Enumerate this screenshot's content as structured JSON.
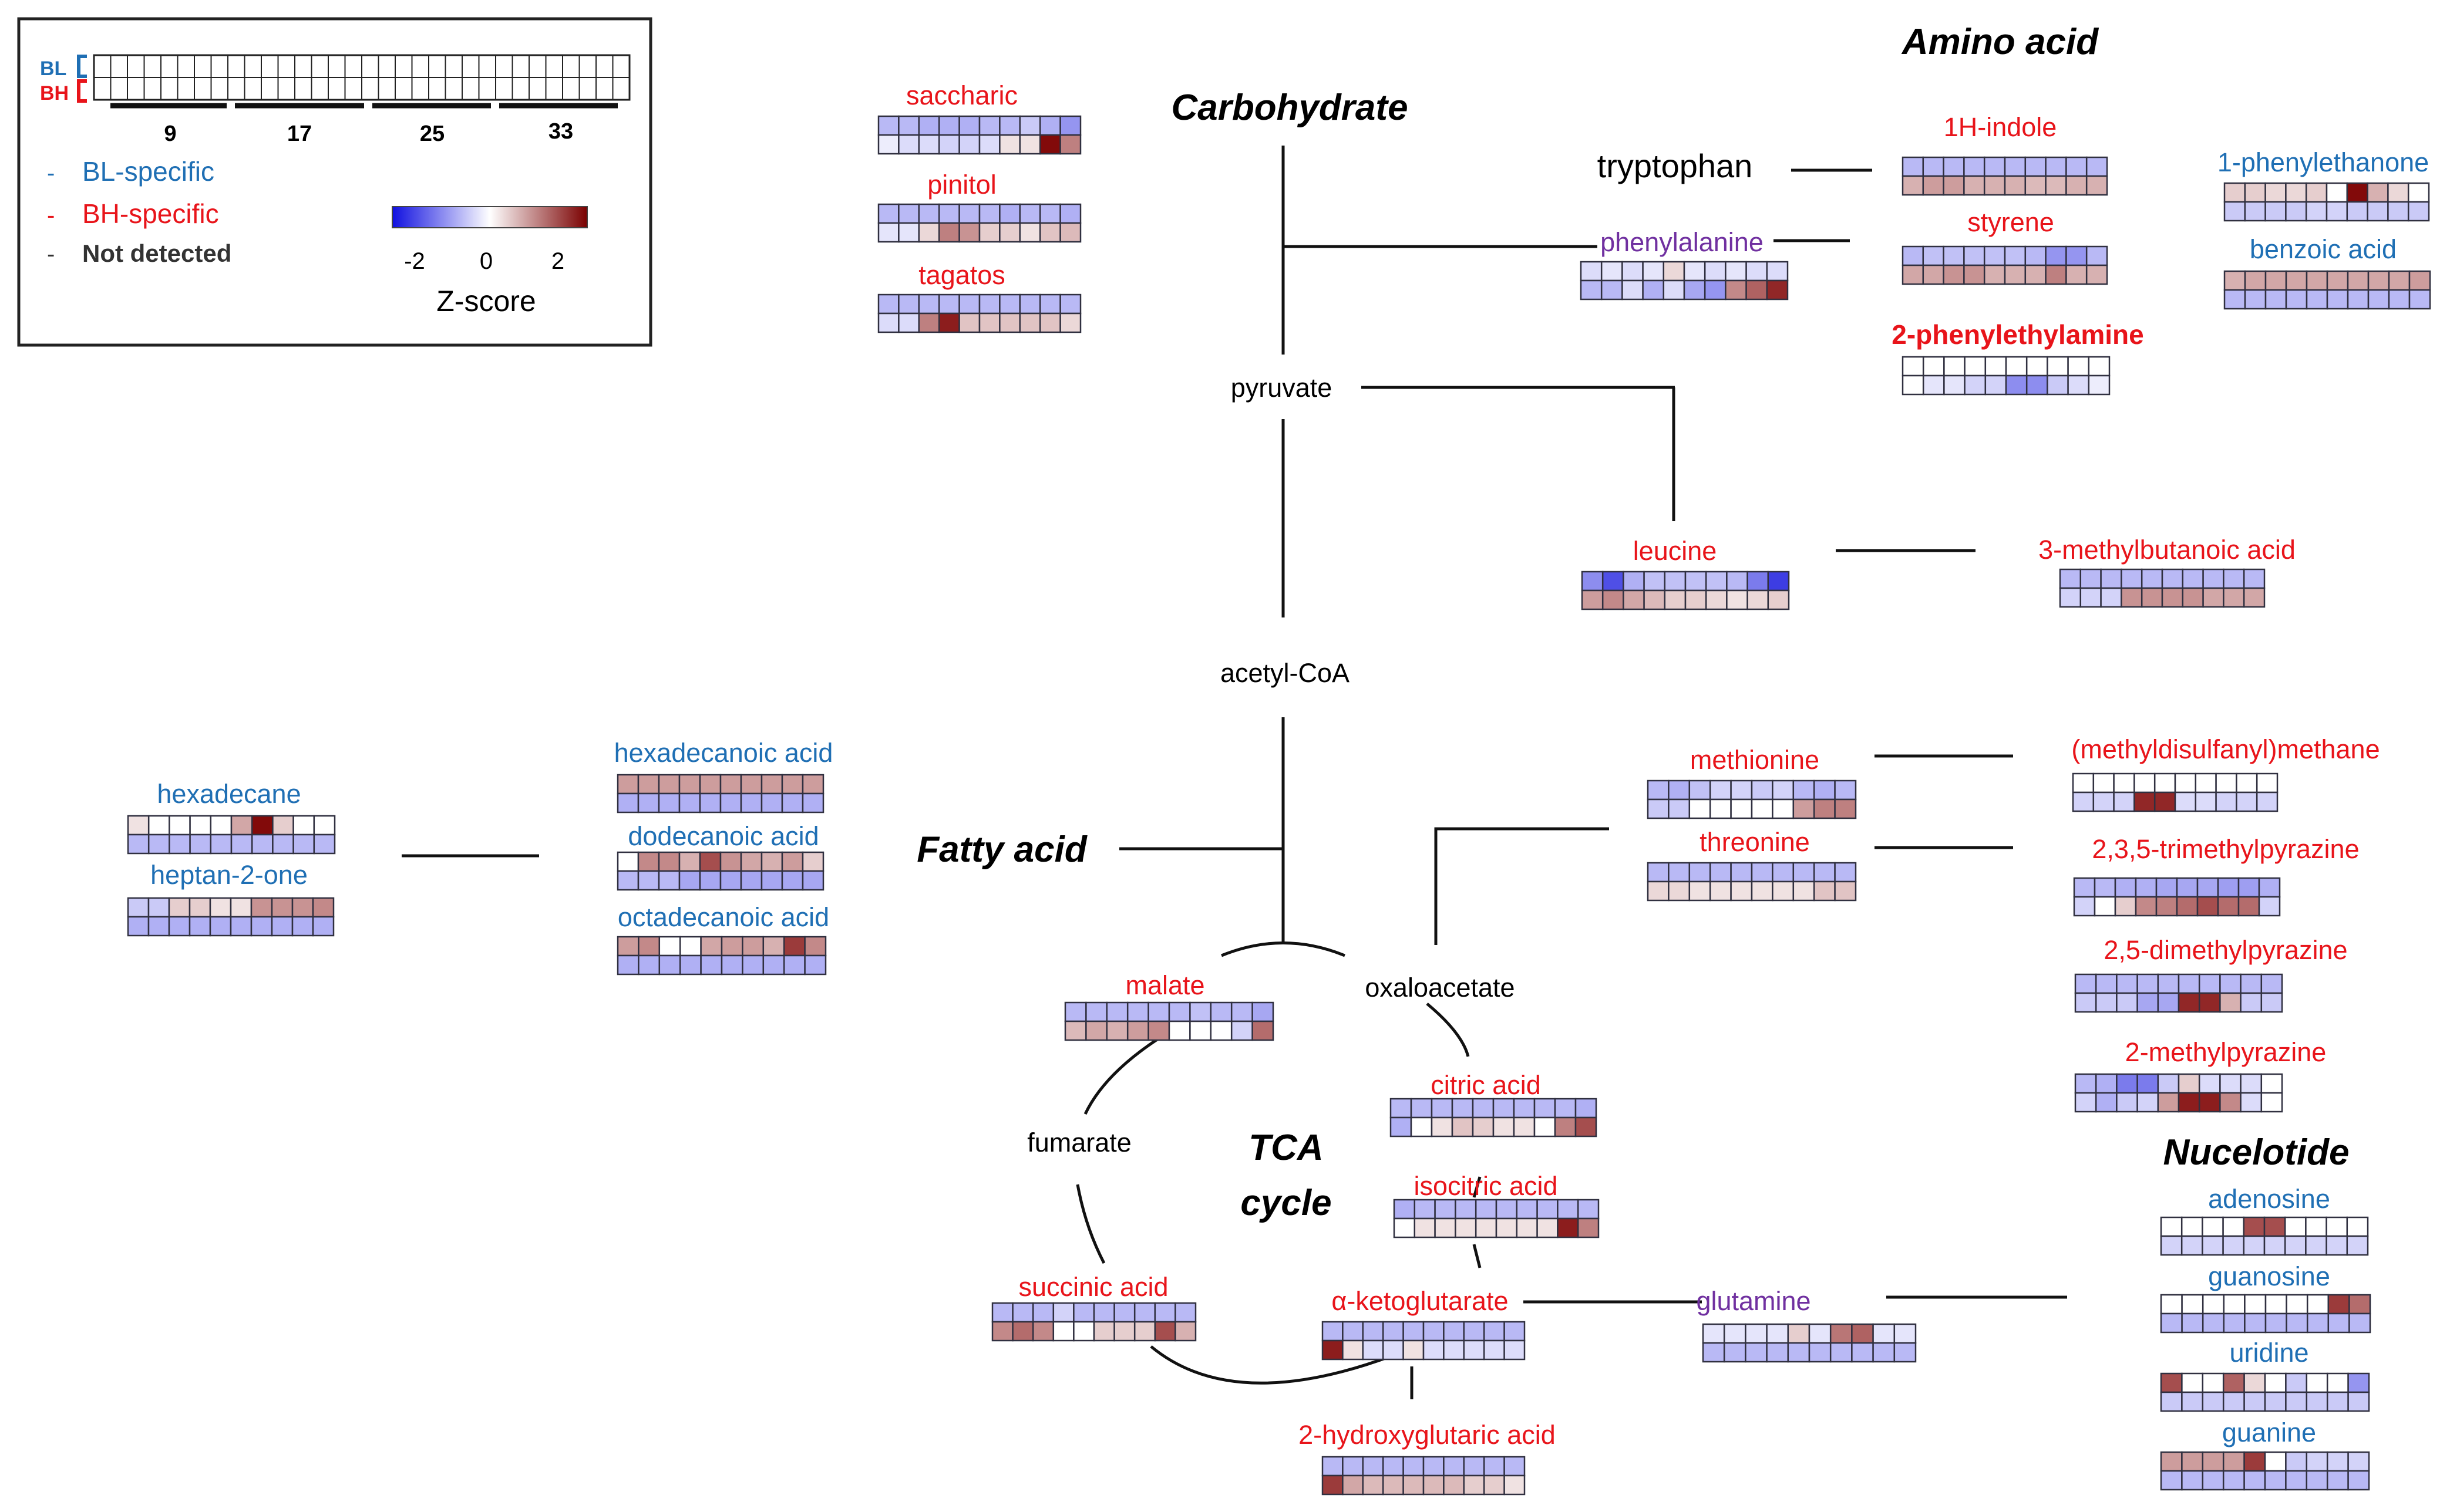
{
  "legend": {
    "rows": [
      "BL",
      "BH"
    ],
    "ticks": [
      "9",
      "17",
      "25",
      "33"
    ],
    "categories": [
      {
        "label": "BL-specific",
        "color": "#1f6fb4"
      },
      {
        "label": "BH-specific",
        "color": "#e8141a"
      },
      {
        "label": "Not detected",
        "color": "#333333"
      }
    ],
    "scale": {
      "ticks": [
        "-2",
        "0",
        "2"
      ],
      "title": "Z-score"
    }
  },
  "headings": {
    "carbohydrate": "Carbohydrate",
    "amino_acid": "Amino acid",
    "fatty_acid": "Fatty acid",
    "tca_line1": "TCA",
    "tca_line2": "cycle",
    "nucleotide": "Nucelotide"
  },
  "nodes": {
    "pyruvate": "pyruvate",
    "acetyl_coa": "acetyl-CoA",
    "oxaloacetate": "oxaloacetate",
    "fumarate": "fumarate",
    "tryptophan": "tryptophan"
  },
  "colors": {
    "bl_specific": "#1f6fb4",
    "bh_specific": "#e8141a",
    "both": "#7030a0",
    "scale_low": "#1010e0",
    "scale_mid": "#ffffff",
    "scale_high": "#7a0000"
  },
  "heatmaps": [
    {
      "id": "saccharic",
      "label": "saccharic",
      "group": "bh",
      "bl": [
        -0.8,
        -0.8,
        -0.9,
        -0.9,
        -0.9,
        -0.8,
        -0.8,
        -0.6,
        -0.9,
        -1.2
      ],
      "bh": [
        -0.2,
        -0.4,
        -0.4,
        -0.5,
        -0.5,
        -0.4,
        0.3,
        0.3,
        2.5,
        1.3
      ]
    },
    {
      "id": "pinitol",
      "label": "pinitol",
      "group": "bh",
      "bl": [
        -0.8,
        -0.8,
        -0.8,
        -0.8,
        -0.8,
        -0.8,
        -0.9,
        -0.8,
        -0.8,
        -0.9
      ],
      "bh": [
        -0.3,
        -0.3,
        0.4,
        1.3,
        1.1,
        0.5,
        0.5,
        0.3,
        0.6,
        0.7
      ]
    },
    {
      "id": "tagatos",
      "label": "tagatos",
      "group": "bh",
      "bl": [
        -0.8,
        -0.8,
        -0.8,
        -0.8,
        -0.8,
        -0.8,
        -0.8,
        -0.8,
        -0.8,
        -0.8
      ],
      "bh": [
        -0.4,
        -0.4,
        1.3,
        2.3,
        0.6,
        0.6,
        0.6,
        0.6,
        0.6,
        0.4
      ]
    },
    {
      "id": "phenylalanine",
      "label": "phenylalanine",
      "group": "both",
      "bl": [
        -0.4,
        -0.3,
        -0.4,
        -0.3,
        0.4,
        -0.3,
        -0.4,
        -0.3,
        -0.4,
        -0.4
      ],
      "bh": [
        -0.8,
        -0.8,
        -0.4,
        -0.9,
        -0.4,
        -1.0,
        -1.2,
        1.2,
        1.6,
        2.2
      ]
    },
    {
      "id": "indole",
      "label": "1H-indole",
      "group": "bh",
      "bl": [
        -0.8,
        -0.8,
        -0.8,
        -0.8,
        -0.8,
        -0.8,
        -0.8,
        -0.8,
        -0.8,
        -0.8
      ],
      "bh": [
        0.8,
        1.0,
        1.0,
        0.8,
        0.8,
        0.8,
        0.7,
        0.7,
        0.8,
        0.8
      ]
    },
    {
      "id": "styrene",
      "label": "styrene",
      "group": "bh",
      "bl": [
        -0.8,
        -0.7,
        -0.7,
        -0.7,
        -0.7,
        -0.7,
        -0.8,
        -1.2,
        -1.2,
        -0.8
      ],
      "bh": [
        0.9,
        0.9,
        1.1,
        1.1,
        0.8,
        0.8,
        0.8,
        1.3,
        0.8,
        0.8
      ]
    },
    {
      "id": "phenylethylamine",
      "label": "2-phenylethylamine",
      "group": "bh",
      "bold": true,
      "bl": [
        0,
        0,
        0,
        0,
        0,
        0,
        0,
        0,
        0,
        0
      ],
      "bh": [
        0,
        -0.3,
        -0.3,
        -0.5,
        -0.5,
        -1.3,
        -1.3,
        -0.6,
        -0.4,
        -0.2
      ]
    },
    {
      "id": "phenylethanone",
      "label": "1-phenylethanone",
      "group": "bl",
      "bl": [
        0.5,
        0.5,
        0.4,
        0.4,
        0.5,
        0,
        2.5,
        0.8,
        0.4,
        0
      ],
      "bh": [
        -0.6,
        -0.6,
        -0.6,
        -0.6,
        -0.5,
        -0.5,
        -0.6,
        -0.6,
        -0.6,
        -0.6
      ]
    },
    {
      "id": "benzoic",
      "label": "benzoic acid",
      "group": "bl",
      "bl": [
        0.8,
        0.9,
        0.9,
        0.9,
        0.9,
        0.9,
        0.9,
        0.9,
        0.9,
        1.0
      ],
      "bh": [
        -0.8,
        -0.8,
        -0.8,
        -0.8,
        -0.8,
        -0.8,
        -0.8,
        -0.8,
        -0.8,
        -0.8
      ]
    },
    {
      "id": "leucine",
      "label": "leucine",
      "group": "bh",
      "bl": [
        -1.3,
        -2.0,
        -0.9,
        -0.7,
        -0.7,
        -0.7,
        -0.7,
        -0.8,
        -1.5,
        -2.2
      ],
      "bh": [
        1.0,
        1.2,
        0.9,
        0.7,
        0.5,
        0.5,
        0.4,
        0.3,
        0.4,
        0.5
      ]
    },
    {
      "id": "methylbutanoic",
      "label": "3-methylbutanoic acid",
      "group": "bh",
      "bl": [
        -0.8,
        -0.8,
        -0.8,
        -0.8,
        -0.8,
        -0.8,
        -0.8,
        -0.8,
        -0.8,
        -0.8
      ],
      "bh": [
        -0.5,
        -0.5,
        -0.5,
        1.1,
        1.1,
        1.1,
        1.1,
        0.9,
        0.9,
        0.9
      ]
    },
    {
      "id": "hexadecane",
      "label": "hexadecane",
      "group": "bl",
      "bl": [
        0.3,
        0,
        0,
        0,
        0,
        0.9,
        2.5,
        0.5,
        0,
        0
      ],
      "bh": [
        -0.8,
        -0.8,
        -0.8,
        -0.8,
        -0.8,
        -0.8,
        -0.8,
        -0.8,
        -0.8,
        -0.8
      ]
    },
    {
      "id": "heptanone",
      "label": "heptan-2-one",
      "group": "bl",
      "bl": [
        -0.6,
        -0.6,
        0.5,
        0.5,
        0.3,
        0.3,
        1.1,
        1.1,
        1.1,
        1.2
      ],
      "bh": [
        -0.9,
        -0.9,
        -0.9,
        -0.9,
        -0.9,
        -0.9,
        -0.9,
        -0.9,
        -0.9,
        -0.9
      ]
    },
    {
      "id": "hexadecanoic",
      "label": "hexadecanoic acid",
      "group": "bl",
      "bl": [
        1.0,
        1.0,
        1.0,
        1.0,
        1.0,
        1.0,
        1.0,
        1.0,
        1.0,
        1.0
      ],
      "bh": [
        -0.9,
        -0.9,
        -0.9,
        -0.9,
        -0.9,
        -0.9,
        -0.9,
        -0.9,
        -0.9,
        -0.9
      ]
    },
    {
      "id": "dodecanoic",
      "label": "dodecanoic acid",
      "group": "bl",
      "bl": [
        0,
        1.2,
        1.2,
        0.8,
        1.8,
        1.1,
        0.9,
        0.8,
        1.0,
        0.5
      ],
      "bh": [
        -0.8,
        -0.8,
        -0.8,
        -1.0,
        -1.0,
        -1.0,
        -1.0,
        -1.0,
        -1.0,
        -1.0
      ]
    },
    {
      "id": "octadecanoic",
      "label": "octadecanoic acid",
      "group": "bl",
      "bl": [
        1.0,
        1.2,
        0,
        0,
        0.9,
        1.0,
        1.0,
        0.8,
        2.0,
        1.2
      ],
      "bh": [
        -0.9,
        -0.9,
        -0.9,
        -0.9,
        -0.9,
        -0.9,
        -0.9,
        -0.9,
        -0.9,
        -0.9
      ]
    },
    {
      "id": "methionine",
      "label": "methionine",
      "group": "bh",
      "bl": [
        -0.8,
        -0.9,
        -0.7,
        -0.5,
        -0.5,
        -0.6,
        -0.5,
        -0.8,
        -0.9,
        -0.8
      ],
      "bh": [
        -0.6,
        -0.6,
        0,
        0,
        0,
        0,
        0,
        1.0,
        1.3,
        1.3
      ]
    },
    {
      "id": "threonine",
      "label": "threonine",
      "group": "bh",
      "bl": [
        -0.8,
        -0.8,
        -0.8,
        -0.8,
        -0.8,
        -0.8,
        -0.8,
        -0.8,
        -0.8,
        -0.8
      ],
      "bh": [
        0.4,
        0.4,
        0.3,
        0.3,
        0.3,
        0.3,
        0.3,
        0.3,
        0.6,
        0.6
      ]
    },
    {
      "id": "methyldisulfanyl",
      "label": "(methyldisulfanyl)methane",
      "group": "bh",
      "bl": [
        0,
        0,
        0,
        0,
        0,
        0,
        0,
        0,
        0,
        0
      ],
      "bh": [
        -0.5,
        -0.5,
        -0.5,
        2.2,
        2.2,
        -0.4,
        -0.4,
        -0.5,
        -0.5,
        -0.5
      ]
    },
    {
      "id": "trimethylpyrazine",
      "label": "2,3,5-trimethylpyrazine",
      "group": "bh",
      "bl": [
        -0.8,
        -0.8,
        -0.9,
        -0.9,
        -1.0,
        -1.0,
        -1.0,
        -1.1,
        -1.1,
        -0.9
      ],
      "bh": [
        -0.5,
        0,
        0.5,
        1.2,
        1.3,
        1.5,
        1.8,
        1.5,
        1.5,
        -0.5
      ]
    },
    {
      "id": "dimethylpyrazine",
      "label": "2,5-dimethylpyrazine",
      "group": "bh",
      "bl": [
        -0.8,
        -0.8,
        -0.8,
        -0.8,
        -0.8,
        -0.8,
        -0.8,
        -0.8,
        -0.8,
        -0.8
      ],
      "bh": [
        -0.6,
        -0.6,
        -0.6,
        -1.0,
        -1.0,
        2.2,
        2.2,
        0.8,
        -0.6,
        -0.6
      ]
    },
    {
      "id": "methylpyrazine",
      "label": "2-methylpyrazine",
      "group": "bh",
      "bl": [
        -0.8,
        -0.9,
        -1.5,
        -1.5,
        -0.6,
        0.5,
        -0.4,
        -0.4,
        -0.4,
        0
      ],
      "bh": [
        -0.5,
        -0.9,
        -0.6,
        -0.5,
        1.0,
        2.3,
        2.3,
        1.2,
        -0.4,
        0
      ]
    },
    {
      "id": "malate",
      "label": "malate",
      "group": "bh",
      "bl": [
        -0.8,
        -0.8,
        -0.8,
        -0.8,
        -0.8,
        -0.8,
        -0.7,
        -0.8,
        -0.8,
        -1.0
      ],
      "bh": [
        0.7,
        0.9,
        0.8,
        1.0,
        1.2,
        0,
        0,
        0,
        -0.5,
        1.5
      ]
    },
    {
      "id": "citric",
      "label": "citric acid",
      "group": "bh",
      "bl": [
        -0.8,
        -0.8,
        -0.8,
        -0.8,
        -0.8,
        -0.8,
        -0.8,
        -0.8,
        -0.8,
        -0.9
      ],
      "bh": [
        -0.9,
        0,
        0.3,
        0.6,
        0.5,
        0.3,
        0.3,
        0,
        1.3,
        1.8
      ]
    },
    {
      "id": "isocitric",
      "label": "isocitric acid",
      "group": "bh",
      "bl": [
        -0.9,
        -0.8,
        -0.8,
        -0.8,
        -0.8,
        -0.8,
        -0.8,
        -0.8,
        -0.8,
        -0.8
      ],
      "bh": [
        0,
        0.3,
        0.3,
        0.3,
        0.3,
        0.3,
        0.3,
        0.3,
        2.3,
        1.3
      ]
    },
    {
      "id": "succinic",
      "label": "succinic acid",
      "group": "bh",
      "bl": [
        -0.8,
        -0.8,
        -0.8,
        -0.5,
        -0.8,
        -0.8,
        -0.8,
        -0.8,
        -0.8,
        -0.8
      ],
      "bh": [
        1.2,
        1.5,
        1.2,
        0,
        0,
        0.5,
        0.5,
        0.5,
        1.8,
        0.8
      ]
    },
    {
      "id": "ketoglutarate",
      "label": "α-ketoglutarate",
      "group": "bh",
      "bl": [
        -0.8,
        -0.8,
        -0.8,
        -0.8,
        -0.8,
        -0.8,
        -0.8,
        -0.8,
        -0.8,
        -0.8
      ],
      "bh": [
        2.3,
        0.3,
        -0.4,
        -0.4,
        0.3,
        -0.4,
        -0.4,
        -0.4,
        -0.4,
        -0.4
      ]
    },
    {
      "id": "hydroxyglutaric",
      "label": "2-hydroxyglutaric acid",
      "group": "bh",
      "bl": [
        -0.8,
        -0.8,
        -0.8,
        -0.8,
        -0.8,
        -0.8,
        -0.8,
        -0.8,
        -0.8,
        -0.8
      ],
      "bh": [
        2.0,
        0.9,
        0.7,
        0.7,
        0.7,
        0.7,
        0.7,
        0.5,
        0.5,
        0.3
      ]
    },
    {
      "id": "glutamine",
      "label": "glutamine",
      "group": "both",
      "bl": [
        -0.3,
        -0.3,
        -0.3,
        -0.3,
        0.5,
        -0.3,
        1.4,
        1.6,
        -0.3,
        -0.3
      ],
      "bh": [
        -0.8,
        -0.8,
        -0.8,
        -0.8,
        -0.8,
        -0.8,
        -0.8,
        -0.8,
        -0.8,
        -0.8
      ]
    },
    {
      "id": "adenosine",
      "label": "adenosine",
      "group": "bl",
      "bl": [
        0,
        0,
        0,
        0,
        1.8,
        1.8,
        0,
        0,
        0,
        0
      ],
      "bh": [
        -0.5,
        -0.5,
        -0.5,
        -0.5,
        -0.5,
        -0.5,
        -0.5,
        -0.5,
        -0.5,
        -0.5
      ]
    },
    {
      "id": "guanosine",
      "label": "guanosine",
      "group": "bl",
      "bl": [
        0,
        0,
        0,
        0,
        0,
        0,
        0,
        0,
        2.0,
        1.5
      ],
      "bh": [
        -0.8,
        -0.8,
        -0.8,
        -0.8,
        -0.8,
        -0.8,
        -0.8,
        -0.8,
        -0.8,
        -0.8
      ]
    },
    {
      "id": "uridine",
      "label": "uridine",
      "group": "bl",
      "bl": [
        1.8,
        0,
        0,
        1.6,
        0.4,
        0,
        -0.6,
        0,
        0,
        -1.2
      ],
      "bh": [
        -0.6,
        -0.6,
        -0.6,
        -0.6,
        -0.6,
        -0.6,
        -0.6,
        -0.6,
        -0.6,
        -0.6
      ]
    },
    {
      "id": "guanine",
      "label": "guanine",
      "group": "bl",
      "bl": [
        1.0,
        1.0,
        1.0,
        1.0,
        2.0,
        0,
        -0.6,
        -0.5,
        -0.5,
        -0.5
      ],
      "bh": [
        -0.8,
        -0.8,
        -0.8,
        -0.8,
        -0.8,
        -0.8,
        -0.8,
        -0.8,
        -0.8,
        -0.8
      ]
    }
  ]
}
